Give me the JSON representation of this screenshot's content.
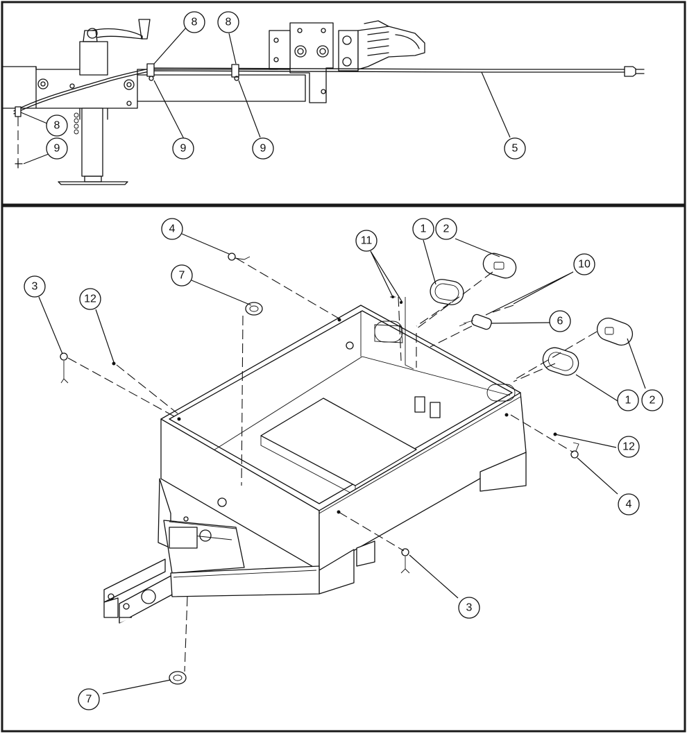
{
  "top_view": {
    "callouts": [
      {
        "id": "t8a",
        "label": "8"
      },
      {
        "id": "t8b",
        "label": "8"
      },
      {
        "id": "t8c",
        "label": "8"
      },
      {
        "id": "t9a",
        "label": "9"
      },
      {
        "id": "t9b",
        "label": "9"
      },
      {
        "id": "t9c",
        "label": "9"
      },
      {
        "id": "t5",
        "label": "5"
      }
    ]
  },
  "main_view": {
    "callouts": [
      {
        "id": "m4a",
        "label": "4"
      },
      {
        "id": "m7a",
        "label": "7"
      },
      {
        "id": "m3a",
        "label": "3"
      },
      {
        "id": "m12a",
        "label": "12"
      },
      {
        "id": "m11",
        "label": "11"
      },
      {
        "id": "m1a",
        "label": "1"
      },
      {
        "id": "m2a",
        "label": "2"
      },
      {
        "id": "m10",
        "label": "10"
      },
      {
        "id": "m6",
        "label": "6"
      },
      {
        "id": "m1b",
        "label": "1"
      },
      {
        "id": "m2b",
        "label": "2"
      },
      {
        "id": "m12b",
        "label": "12"
      },
      {
        "id": "m4b",
        "label": "4"
      },
      {
        "id": "m3b",
        "label": "3"
      },
      {
        "id": "m7b",
        "label": "7"
      }
    ]
  }
}
